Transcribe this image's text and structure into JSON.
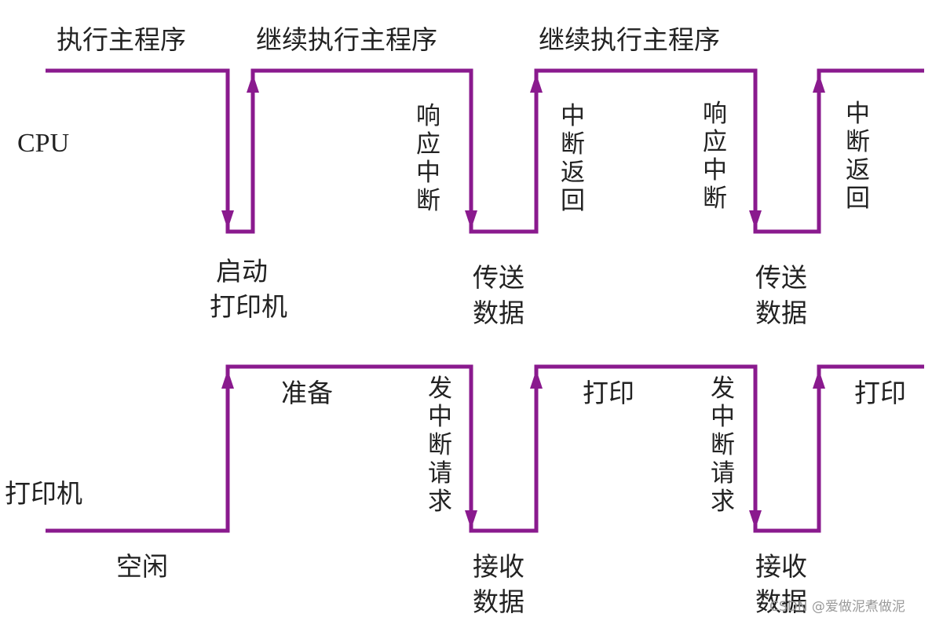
{
  "colors": {
    "wave": "#8a1a8e",
    "text": "#222222",
    "background": "#ffffff"
  },
  "rows": {
    "cpu": "CPU",
    "printer": "打印机"
  },
  "cpu_labels": {
    "main": "执行主程序",
    "continue1": "继续执行主程序",
    "continue2": "继续执行主程序",
    "respond1": "响应中断",
    "return1": "中断返回",
    "respond2": "响应中断",
    "return2": "中断返回",
    "start_line1": "启动",
    "start_line2": "打印机",
    "transfer1_line1": "传送",
    "transfer1_line2": "数据",
    "transfer2_line1": "传送",
    "transfer2_line2": "数据"
  },
  "printer_labels": {
    "prepare": "准备",
    "request1": "发中断请求",
    "print1": "打印",
    "request2": "发中断请求",
    "print2": "打印",
    "idle": "空闲",
    "receive1_line1": "接收",
    "receive1_line2": "数据",
    "receive2_line1": "接收",
    "receive2_line2": "数据"
  },
  "watermark": "CSDN @爱做泥煮做泥"
}
